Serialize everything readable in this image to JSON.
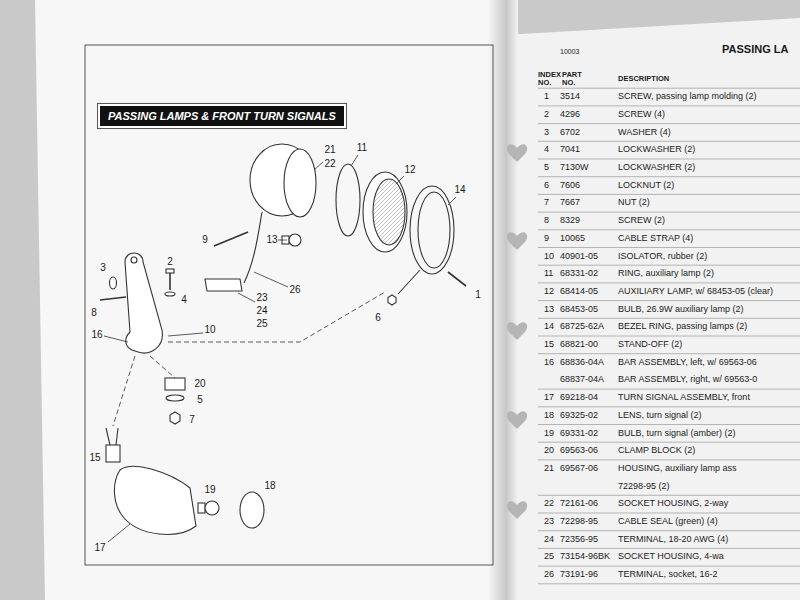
{
  "diagram": {
    "title": "PASSING LAMPS & FRONT TURN SIGNALS",
    "labels": [
      "21",
      "22",
      "11",
      "12",
      "14",
      "9",
      "13",
      "23",
      "24",
      "25",
      "26",
      "1",
      "6",
      "3",
      "2",
      "8",
      "4",
      "16",
      "10",
      "20",
      "5",
      "7",
      "15",
      "17",
      "19",
      "18",
      "10003",
      "PASSING LA",
      "INDEX NO.",
      "PART NO.",
      "DESCRIPTION",
      "1",
      "3514",
      "SCREW, passing lamp molding (2)",
      "2",
      "4296",
      "SCREW (4)",
      "3",
      "6702",
      "WASHER (4)",
      "4",
      "7041",
      "LOCKWASHER (2)",
      "5",
      "7130W",
      "LOCKWASHER (2)",
      "6",
      "7606",
      "LOCKNUT (2)",
      "7",
      "7667",
      "NUT (2)",
      "8",
      "8329",
      "SCREW (2)",
      "9",
      "10065",
      "CABLE STRAP (4)",
      "10",
      "40901-05",
      "ISOLATOR, rubber (2)",
      "11",
      "68331-02",
      "RING, auxiliary lamp (2)",
      "12",
      "68414-05",
      "AUXILIARY LAMP, w/ 68453-05 (clear)",
      "13",
      "68453-05",
      "BULB, 26.9W auxiliary lamp (2)",
      "14",
      "68725-62A",
      "BEZEL RING, passing lamps (2)",
      "15",
      "68821-00",
      "STAND-OFF (2)",
      "16",
      "68836-04A",
      "BAR ASSEMBLY, left, w/ 69563-06",
      "68837-04A",
      "BAR ASSEMBLY, right, w/ 69563-0",
      "17",
      "69218-04",
      "TURN SIGNAL ASSEMBLY, front",
      "18",
      "69325-02",
      "LENS, turn signal (2)",
      "19",
      "69331-02",
      "BULB, turn signal (amber) (2)",
      "20",
      "69563-06",
      "CLAMP BLOCK (2)",
      "21",
      "69567-06",
      "HOUSING, auxiliary lamp ass",
      "72298-95 (2)",
      "22",
      "72161-06",
      "SOCKET HOUSING, 2-way",
      "23",
      "72298-95",
      "CABLE SEAL (green) (4)",
      "24",
      "72356-95",
      "TERMINAL, 18-20 AWG (4)",
      "25",
      "73154-96BK",
      "SOCKET HOUSING, 4-wa",
      "26",
      "73191-96",
      "TERMINAL, socket, 16-2"
    ]
  }
}
